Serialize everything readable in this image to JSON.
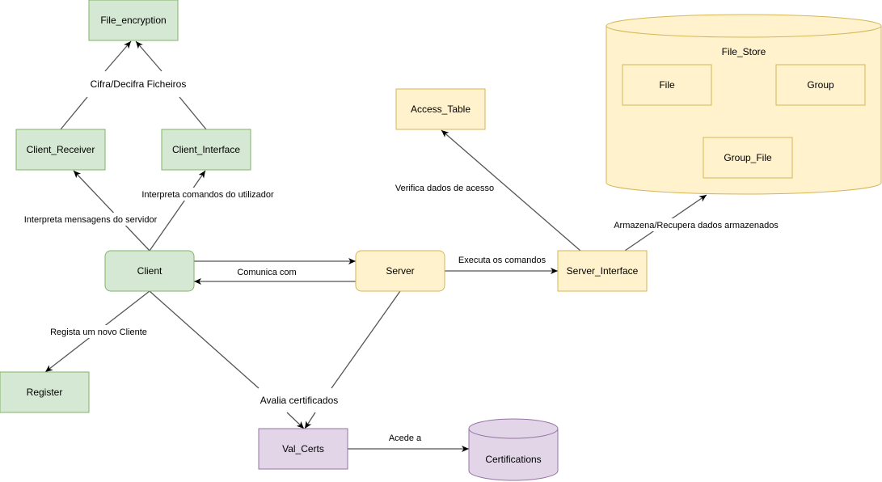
{
  "colors": {
    "green_fill": "#d5e8d4",
    "green_stroke": "#82b366",
    "yellow_fill": "#fff2cc",
    "yellow_stroke": "#d6b656",
    "purple_fill": "#e1d5e7",
    "purple_stroke": "#9673a6",
    "edge": "#555555",
    "arrow": "#000000"
  },
  "nodes": {
    "file_encryption": "File_encryption",
    "client_receiver": "Client_Receiver",
    "client_interface": "Client_Interface",
    "client": "Client",
    "register": "Register",
    "server": "Server",
    "access_table": "Access_Table",
    "server_interface": "Server_Interface",
    "file_store": "File_Store",
    "file": "File",
    "group": "Group",
    "group_file": "Group_File",
    "val_certs": "Val_Certs",
    "certifications": "Certifications"
  },
  "edges": {
    "cifra": "Cifra/Decifra Ficheiros",
    "interpreta_cmd": "Interpreta comandos do utilizador",
    "interpreta_msg": "Interpreta mensagens do servidor",
    "comunica": "Comunica com",
    "regista": "Regista um novo Cliente",
    "avalia": "Avalia certificados",
    "acede": "Acede a",
    "executa": "Executa os comandos",
    "verifica": "Verifica dados de acesso",
    "armazena": "Armazena/Recupera dados armazenados"
  }
}
